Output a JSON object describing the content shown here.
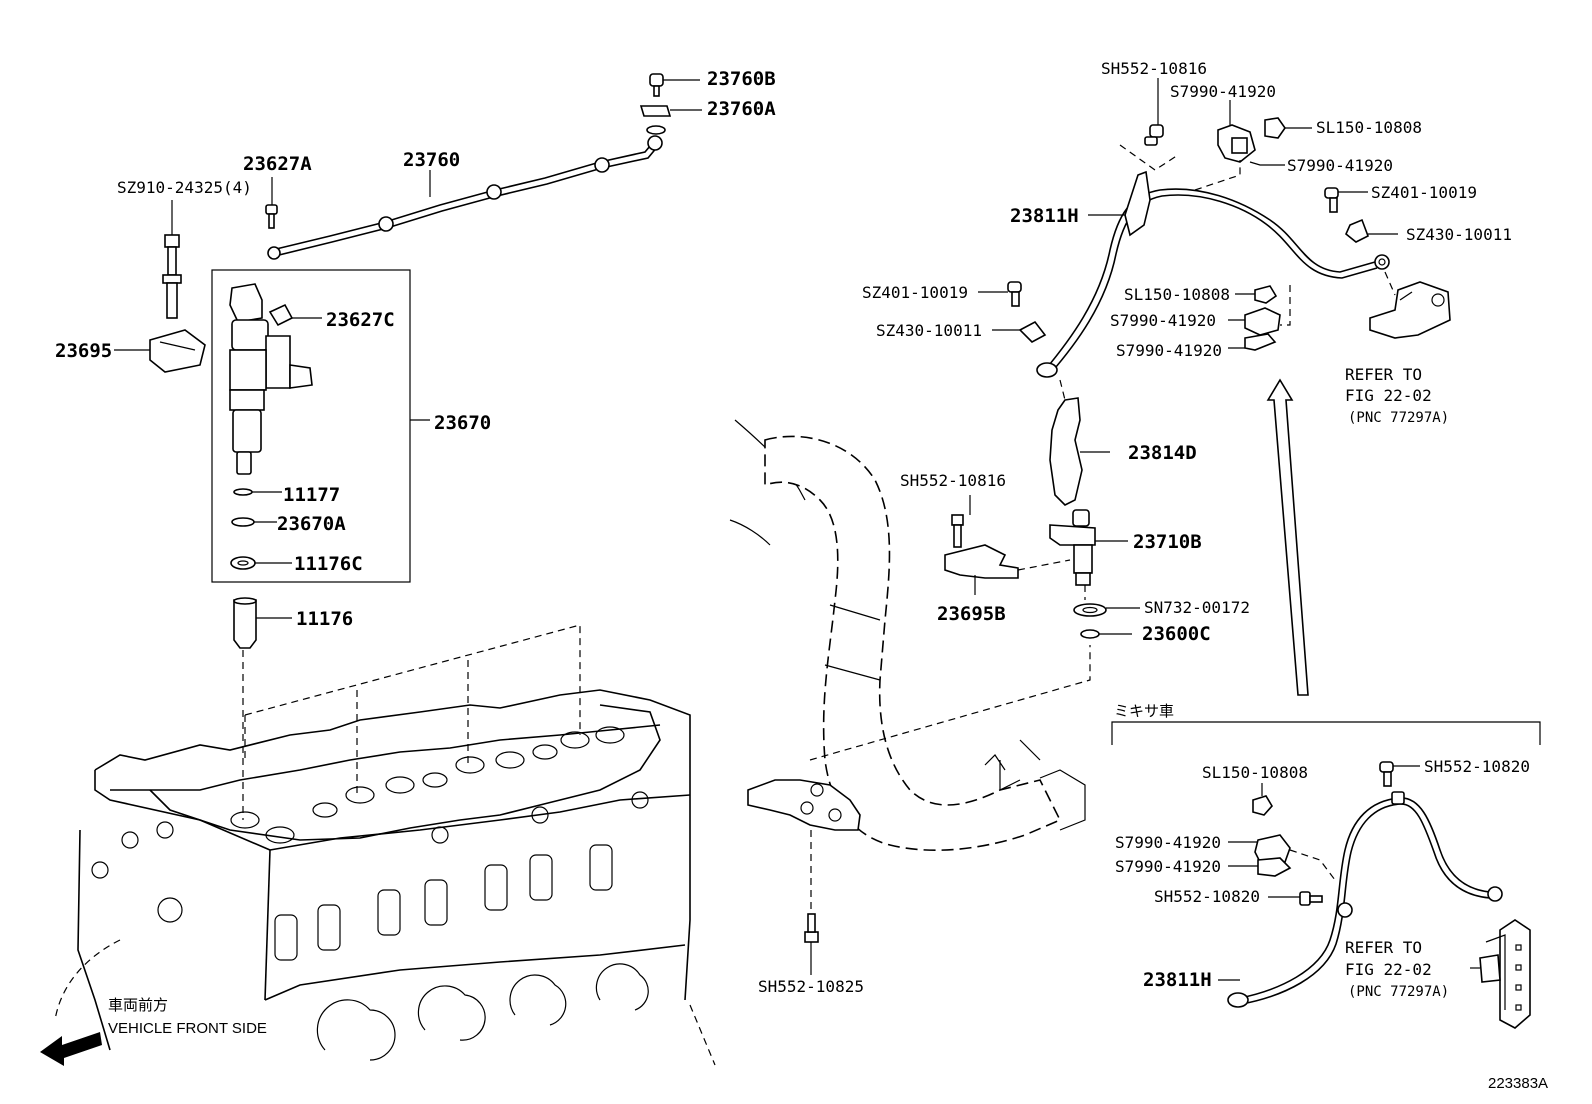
{
  "labels": {
    "p23760B": "23760B",
    "p23760A": "23760A",
    "p23760": "23760",
    "p23627A": "23627A",
    "pSZ910": "SZ910-24325(4)",
    "p23627C": "23627C",
    "p23695": "23695",
    "p23670": "23670",
    "p11177": "11177",
    "p23670A": "23670A",
    "p11176C": "11176C",
    "p11176": "11176",
    "pSH552_10816_top": "SH552-10816",
    "pS7990_top1": "S7990-41920",
    "pSL150_top": "SL150-10808",
    "pS7990_top2": "S7990-41920",
    "pSZ401_right": "SZ401-10019",
    "p23811H_top": "23811H",
    "pSZ430_right": "SZ430-10011",
    "pSZ401_left": "SZ401-10019",
    "pSL150_mid": "SL150-10808",
    "pSZ430_left": "SZ430-10011",
    "pS7990_mid1": "S7990-41920",
    "pS7990_mid2": "S7990-41920",
    "pRefer1_a": "REFER TO",
    "pRefer1_b": "FIG 22-02",
    "pRefer1_c": "(PNC 77297A)",
    "p23814D": "23814D",
    "pSH552_10816_mid": "SH552-10816",
    "p23710B": "23710B",
    "pSN732": "SN732-00172",
    "p23695B": "23695B",
    "p23600C": "23600C",
    "pMixer": "ミキサ車",
    "pSL150_low": "SL150-10808",
    "pSH552_10820_a": "SH552-10820",
    "pS7990_low1": "S7990-41920",
    "pS7990_low2": "S7990-41920",
    "pSH552_10820_b": "SH552-10820",
    "p23811H_low": "23811H",
    "pRefer2_a": "REFER TO",
    "pRefer2_b": "FIG 22-02",
    "pRefer2_c": "(PNC 77297A)",
    "pSH552_10825": "SH552-10825",
    "pFront_jp": "車両前方",
    "pFront_en": "VEHICLE FRONT SIDE",
    "pFigId": "223383A"
  }
}
